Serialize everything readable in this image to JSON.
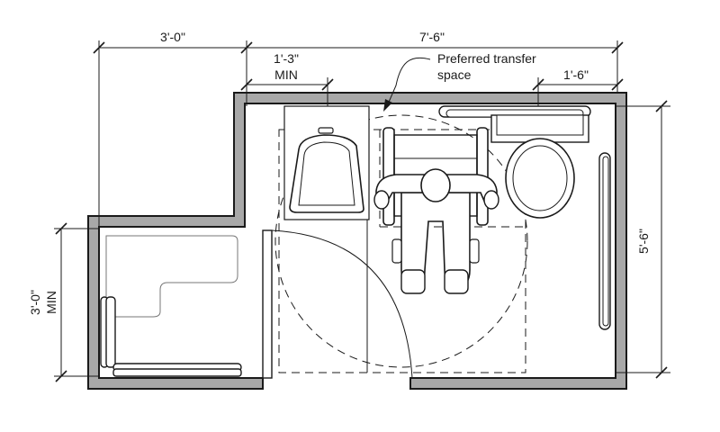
{
  "dimensions": {
    "overall_left_width": "3'-0\"",
    "overall_right_width": "7'-6\"",
    "sink_clearance": "1'-3\"",
    "sink_clearance_note": "MIN",
    "toilet_offset": "1'-6\"",
    "room_depth": "5'-6\"",
    "shower_depth": "3'-0\"",
    "shower_depth_note": "MIN"
  },
  "annotation": {
    "line1": "Preferred transfer",
    "line2": "space"
  },
  "colors": {
    "wall_fill": "#a8a8a8",
    "line": "#1a1a1a",
    "background": "#ffffff"
  }
}
